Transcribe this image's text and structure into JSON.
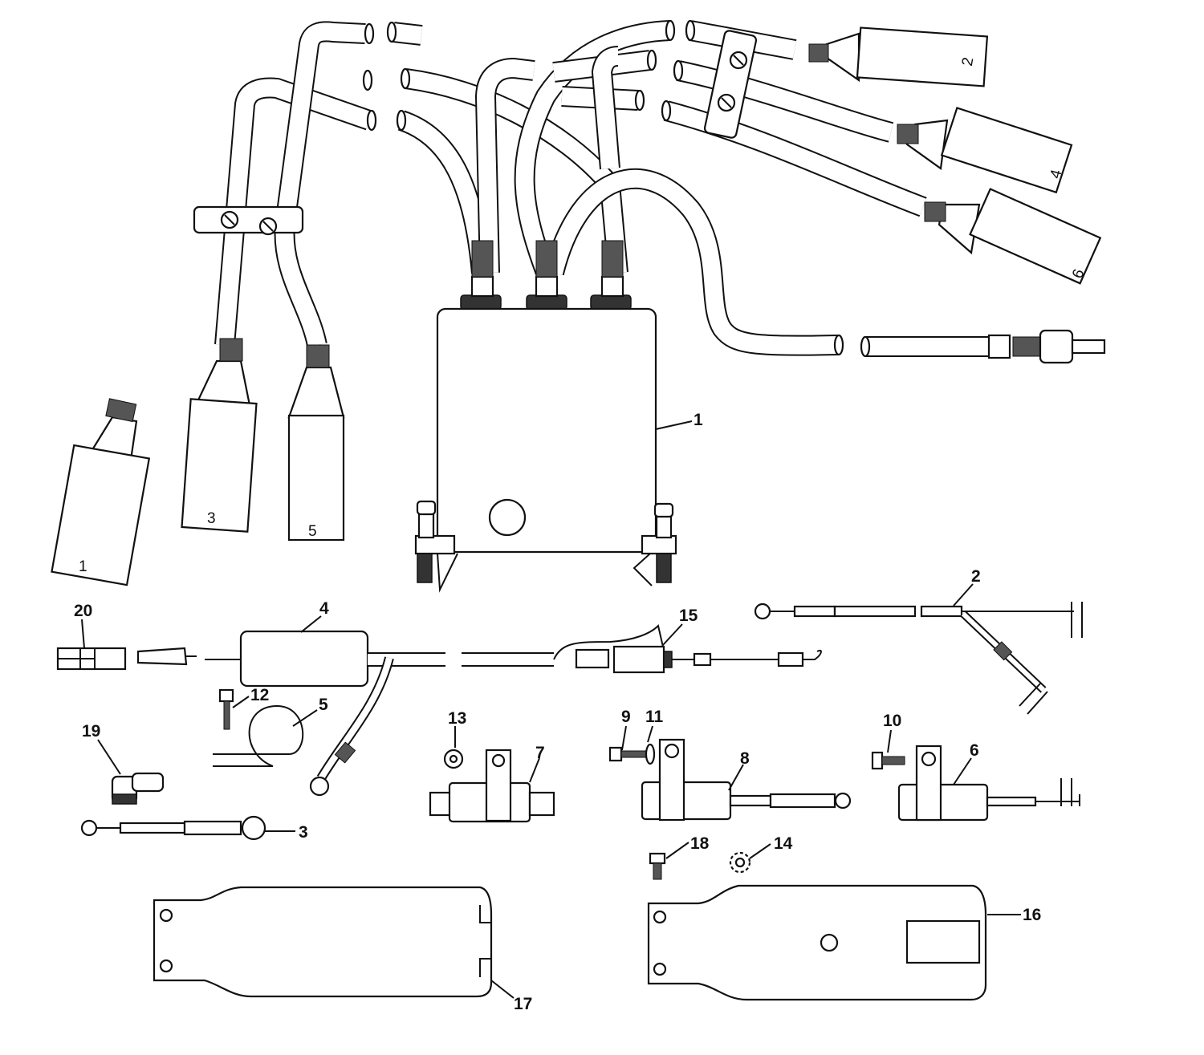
{
  "diagram": {
    "callouts": [
      {
        "id": "c1",
        "text": "1"
      },
      {
        "id": "c2",
        "text": "2"
      },
      {
        "id": "c3",
        "text": "3"
      },
      {
        "id": "c4",
        "text": "4"
      },
      {
        "id": "c5",
        "text": "5"
      },
      {
        "id": "c6",
        "text": "6"
      },
      {
        "id": "c7",
        "text": "7"
      },
      {
        "id": "c8",
        "text": "8"
      },
      {
        "id": "c9",
        "text": "9"
      },
      {
        "id": "c10",
        "text": "10"
      },
      {
        "id": "c11",
        "text": "11"
      },
      {
        "id": "c12",
        "text": "12"
      },
      {
        "id": "c13",
        "text": "13"
      },
      {
        "id": "c14",
        "text": "14"
      },
      {
        "id": "c15",
        "text": "15"
      },
      {
        "id": "c16",
        "text": "16"
      },
      {
        "id": "c17",
        "text": "17"
      },
      {
        "id": "c18",
        "text": "18"
      },
      {
        "id": "c19",
        "text": "19"
      },
      {
        "id": "c20",
        "text": "20"
      }
    ],
    "boot_labels": {
      "boot1": "1",
      "boot2": "2",
      "boot3": "3",
      "boot4": "4",
      "boot5": "5",
      "boot6": "6"
    }
  }
}
